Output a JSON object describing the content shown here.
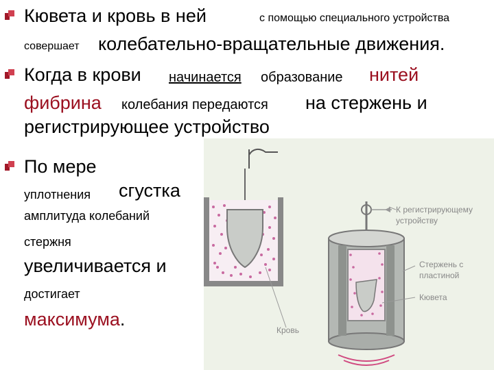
{
  "bullets": [
    {
      "line1": {
        "big": "Кювета и кровь в ней",
        "small": "с помощью специального устройства"
      },
      "line2": {
        "small": "совершает",
        "big": "колебательно-вращательные движения."
      }
    },
    {
      "line1": {
        "big_a": "Когда в крови",
        "small_u": "начинается",
        "small": "образование",
        "big_red": "нитей"
      },
      "line2": {
        "big_red": "фибрина",
        "small": "колебания передаются",
        "big": "на стержень и"
      },
      "line3": {
        "big": "регистрирующее устройство"
      }
    },
    {
      "lines": [
        {
          "text": "По мере"
        },
        {
          "small": "уплотнения",
          "big": "сгустка"
        },
        {
          "text": "амплитуда колебаний"
        },
        {
          "text": "стержня"
        },
        {
          "text": "увеличивается и"
        },
        {
          "text": "достигает"
        },
        {
          "red": "максимума",
          "tail": "."
        }
      ]
    }
  ],
  "figure": {
    "label_recorder": "К регистрирующему\nустройству",
    "label_recorder_1": "К регистрирующему",
    "label_recorder_2": "устройству",
    "label_rod_1": "Стержень с",
    "label_rod_2": "пластиной",
    "label_cuvette": "Кювета",
    "label_blood": "Кровь"
  },
  "colors": {
    "accent_red": "#9b1020",
    "figure_bg": "#eef2e8",
    "blood_dots": "#c96aa0"
  }
}
